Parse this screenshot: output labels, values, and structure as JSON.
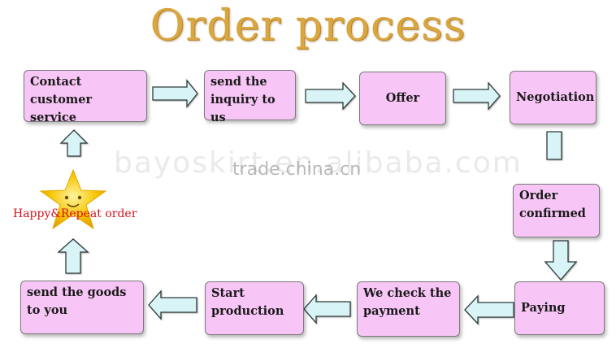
{
  "title": "Order process",
  "steps": {
    "contact": "Contact customer service",
    "inquiry": "send the inquiry to us",
    "offer": "Offer",
    "negotiation": "Negotiation",
    "confirmed": "Order confirmed",
    "paying": "Paying",
    "check": "We check the payment",
    "production": "Start production",
    "send": "send the goods to you"
  },
  "outcome": "Happy&Repeat order",
  "watermark": "trade.china.cn",
  "colors": {
    "box_fill": "#f8c6f6",
    "arrow_fill": "#d8f4f6",
    "title": "#d9a640",
    "outcome_text": "#d8101a",
    "star": "#f5c400"
  }
}
